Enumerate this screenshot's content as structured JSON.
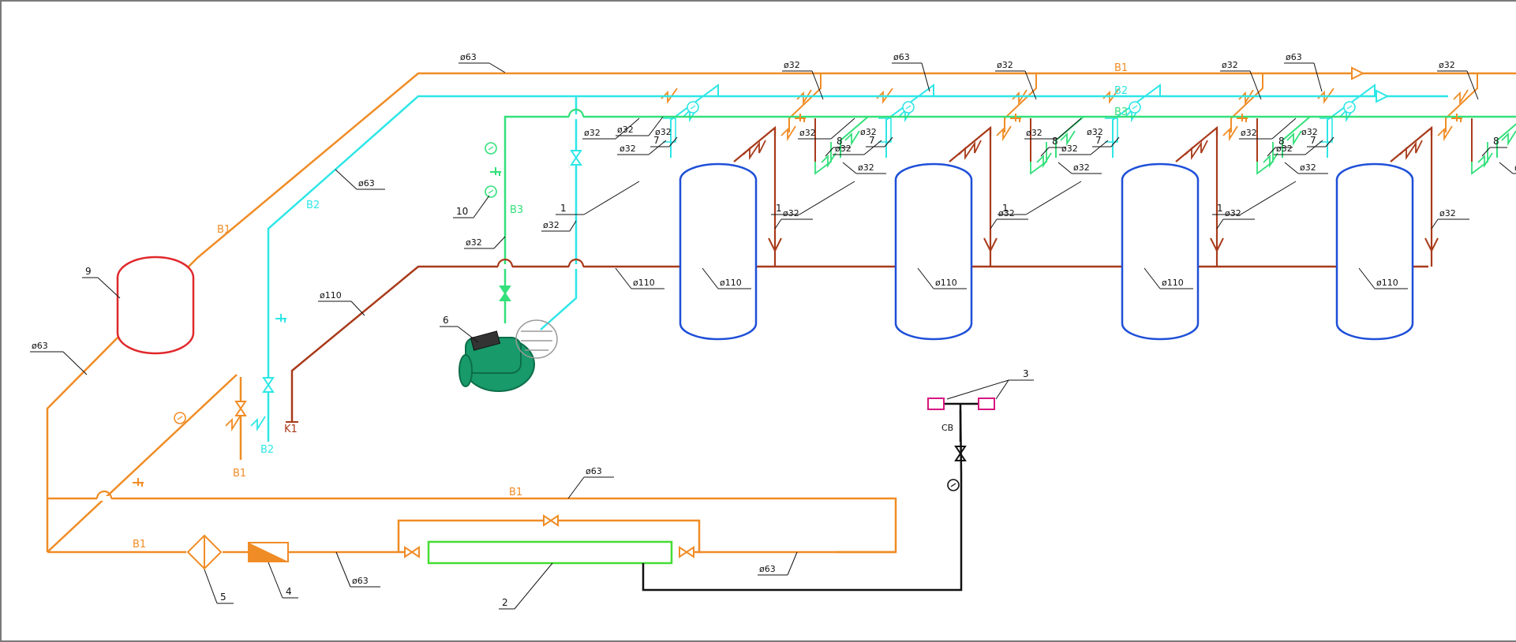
{
  "colors": {
    "b1": "#f08c25",
    "b2": "#2ee6e6",
    "b3": "#33e07a",
    "k1": "#a83a1a",
    "tank": "#1e4fd8",
    "buffer_tank": "#e0282c",
    "filter": "#44dd33",
    "sv": "#111111",
    "box": "#d8157f",
    "pump": "#189a6a"
  },
  "lines": {
    "b1": "B1",
    "b2": "B2",
    "b3": "B3",
    "k1": "K1",
    "sv": "CB"
  },
  "dims": {
    "d63": "ø63",
    "d32": "ø32",
    "d110": "ø110"
  },
  "positions": {
    "p1": "1",
    "p2": "2",
    "p3": "3",
    "p4": "4",
    "p5": "5",
    "p6": "6",
    "p7": "7",
    "p8": "8",
    "p9": "9",
    "p10": "10"
  },
  "icons": {
    "gauge": "pressure-gauge-icon",
    "valve": "gate-valve-icon",
    "tap": "sampling-tap-icon"
  }
}
